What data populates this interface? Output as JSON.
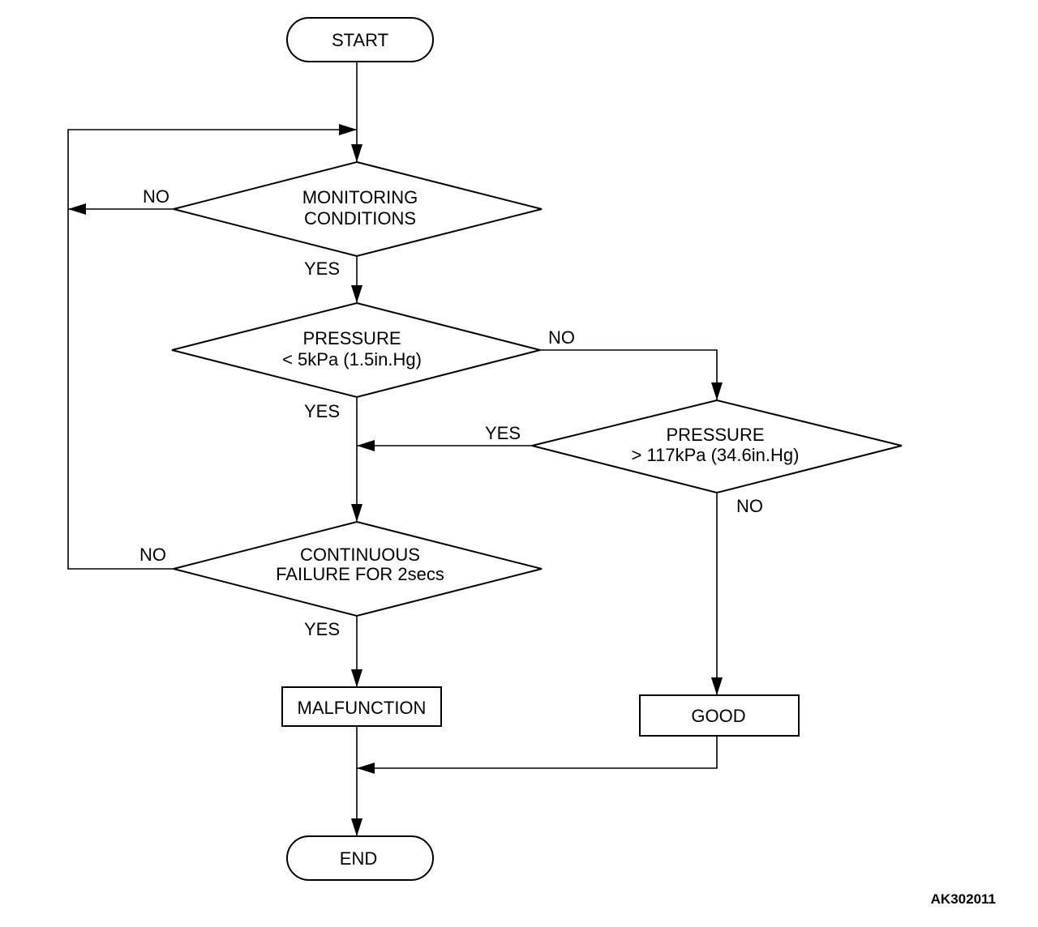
{
  "nodes": {
    "start": {
      "label": "START"
    },
    "monitoring": {
      "line1": "MONITORING",
      "line2": "CONDITIONS"
    },
    "pressure_low": {
      "line1": "PRESSURE",
      "line2": "< 5kPa (1.5in.Hg)"
    },
    "pressure_high": {
      "line1": "PRESSURE",
      "line2": "> 117kPa (34.6in.Hg)"
    },
    "continuous": {
      "line1": "CONTINUOUS",
      "line2": "FAILURE FOR 2secs"
    },
    "malfunction": {
      "label": "MALFUNCTION"
    },
    "good": {
      "label": "GOOD"
    },
    "end": {
      "label": "END"
    }
  },
  "branches": {
    "monitoring_no": "NO",
    "monitoring_yes": "YES",
    "pressure_low_no": "NO",
    "pressure_low_yes": "YES",
    "pressure_high_yes": "YES",
    "pressure_high_no": "NO",
    "continuous_no": "NO",
    "continuous_yes": "YES"
  },
  "figure_code": "AK302011"
}
